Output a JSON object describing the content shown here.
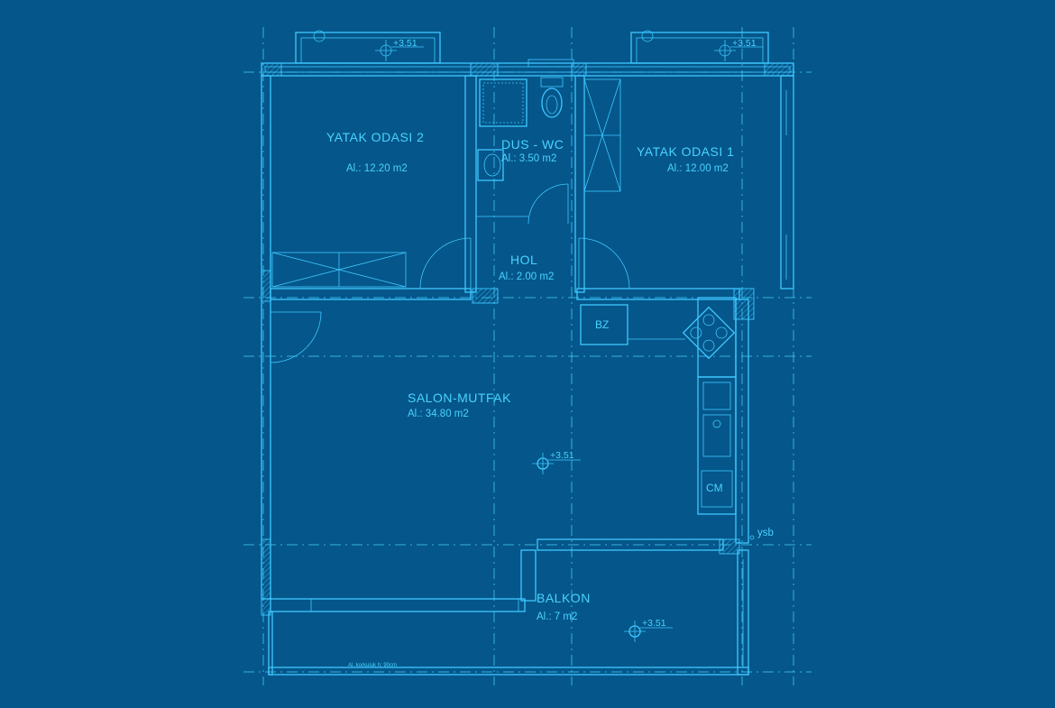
{
  "rooms": {
    "yatak2": {
      "name": "YATAK ODASI 2",
      "area": "Al.: 12.20 m2"
    },
    "dus": {
      "name": "DUS - WC",
      "area": "Al.: 3.50 m2"
    },
    "yatak1": {
      "name": "YATAK ODASI 1",
      "area": "Al.: 12.00 m2"
    },
    "hol": {
      "name": "HOL",
      "area": "Al.: 2.00 m2"
    },
    "salon": {
      "name": "SALON-MUTFAK",
      "area": "Al.: 34.80 m2"
    },
    "balkon": {
      "name": "BALKON",
      "area": "Al.: 7 m2"
    }
  },
  "labels": {
    "bz": "BZ",
    "cm": "CM",
    "ysb": "ysb",
    "railing_note": "Al. korkuluk h: 90cm"
  },
  "levels": {
    "balcony_top_left": "+3.51",
    "balcony_top_right": "+3.51",
    "salon": "+3.51",
    "balkon": "+3.51"
  },
  "colors": {
    "background": "#05568a",
    "lines": "#3ec8ff",
    "text": "#49d3ff"
  }
}
